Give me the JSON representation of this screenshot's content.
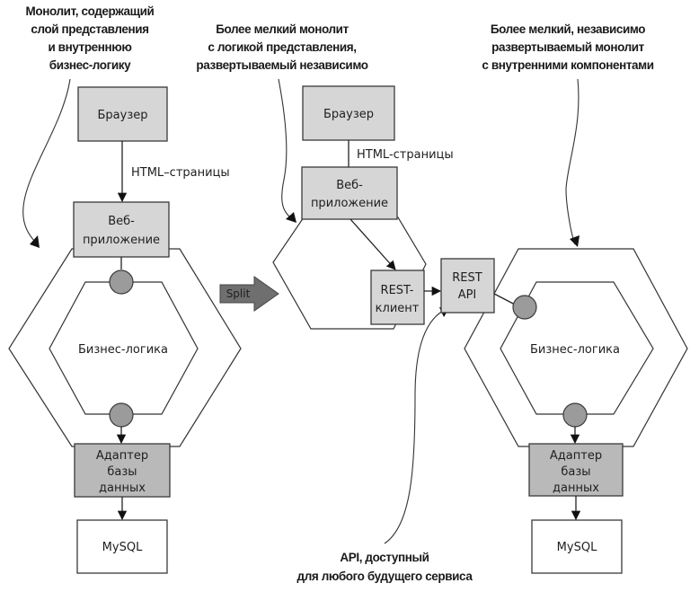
{
  "captions": {
    "left": [
      "Монолит, содержащий",
      "слой представления",
      "и внутреннюю",
      "бизнес-логику"
    ],
    "middle": [
      "Более мелкий монолит",
      "с логикой представления,",
      "развертываемый независимо"
    ],
    "right": [
      "Более мелкий, независимо",
      "развертываемый монолит",
      "с внутренними компонентами"
    ],
    "bottom": [
      "API, доступный",
      "для любого будущего сервиса"
    ]
  },
  "left_monolith": {
    "browser": "Браузер",
    "html_pages": "HTML–страницы",
    "web_app": [
      "Веб-",
      "приложение"
    ],
    "business_logic": "Бизнес-логика",
    "db_adapter": [
      "Адаптер",
      "базы",
      "данных"
    ],
    "database": "MySQL"
  },
  "split": {
    "label": "Split"
  },
  "middle_monolith": {
    "browser": "Браузер",
    "html_pages": "HTML-страницы",
    "web_app": [
      "Веб-",
      "приложение"
    ],
    "rest_client": [
      "REST-",
      "клиент"
    ]
  },
  "right_monolith": {
    "rest_api": [
      "REST",
      "API"
    ],
    "business_logic": "Бизнес-логика",
    "db_adapter": [
      "Адаптер",
      "базы",
      "данных"
    ],
    "database": "MySQL"
  },
  "colors": {
    "box_fill": "#d6d6d6",
    "adapter_fill": "#b9b9b9",
    "port_fill": "#9b9b9b",
    "split_fill": "#6f6f6f"
  }
}
